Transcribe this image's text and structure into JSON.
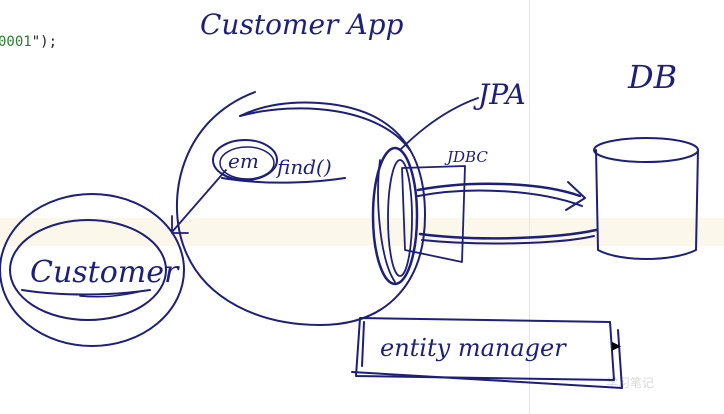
{
  "editor": {
    "code_prefix": "0001",
    "code_suffix": "\");",
    "watermark": "学习笔记"
  },
  "drawing": {
    "title": "Customer App",
    "jpa_label": "JPA",
    "db_label": "DB",
    "jdbc_label": "JDBC",
    "em_label": "em",
    "find_label": "find()",
    "customer_label": "Customer",
    "entity_manager_label": "entity manager",
    "ink_color": "#1d1f7a"
  }
}
